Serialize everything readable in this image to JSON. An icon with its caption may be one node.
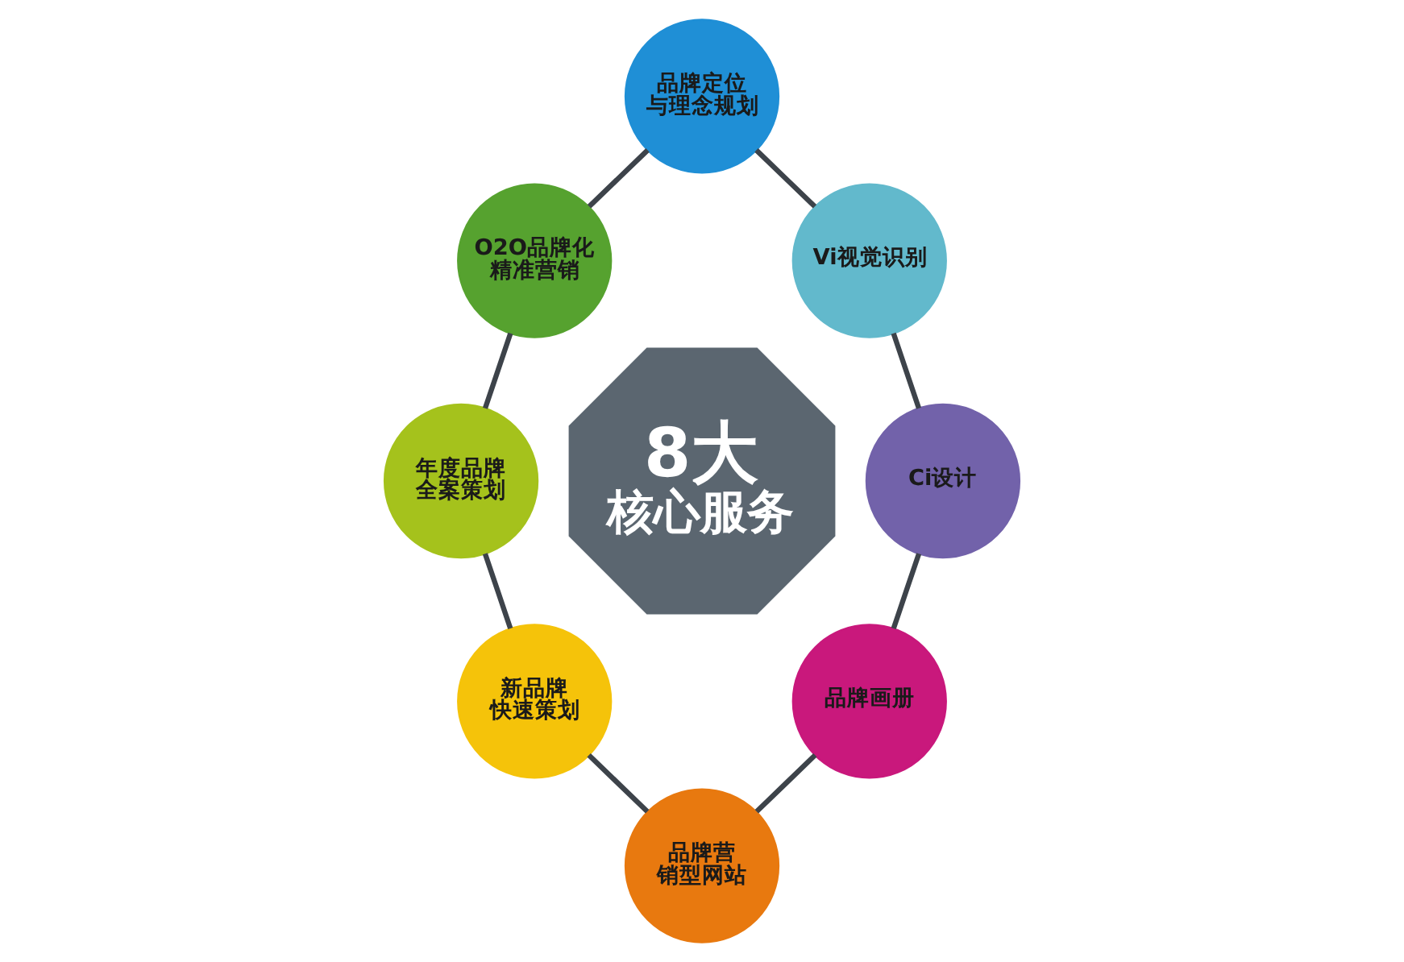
{
  "diagram": {
    "nodes": [
      {
        "text": [
          "8大",
          "核心服务"
        ]
      },
      {
        "text": [
          "品牌定位与理念规划"
        ]
      },
      {
        "text": [
          "Vi视觉识别"
        ]
      },
      {
        "text": [
          "Ci设计"
        ]
      },
      {
        "text": [
          "品牌画册"
        ]
      },
      {
        "text": [
          "品牌营销型网站"
        ]
      },
      {
        "text": [
          "新品牌快速策划"
        ]
      },
      {
        "text": [
          "年度品牌全案策划"
        ]
      },
      {
        "text": [
          "O2O品牌化精准营销"
        ]
      }
    ],
    "edges": [
      {
        "from": 1,
        "to": 2,
        "arrow": "none"
      },
      {
        "from": 2,
        "to": 3,
        "arrow": "none"
      },
      {
        "from": 3,
        "to": 4,
        "arrow": "none"
      },
      {
        "from": 4,
        "to": 5,
        "arrow": "none"
      },
      {
        "from": 5,
        "to": 6,
        "arrow": "none"
      },
      {
        "from": 6,
        "to": 7,
        "arrow": "none"
      },
      {
        "from": 7,
        "to": 8,
        "arrow": "none"
      },
      {
        "from": 8,
        "to": 1,
        "arrow": "none"
      }
    ]
  }
}
